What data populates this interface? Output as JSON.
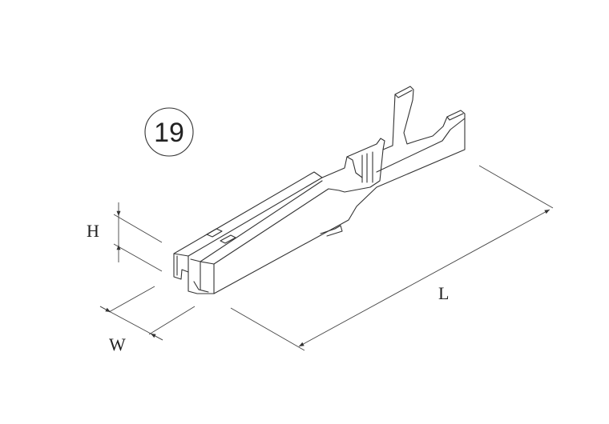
{
  "drawing": {
    "item_number": "19",
    "dimensions": {
      "height_label": "H",
      "width_label": "W",
      "length_label": "L"
    },
    "line_color": "#333333",
    "background": "#ffffff"
  }
}
